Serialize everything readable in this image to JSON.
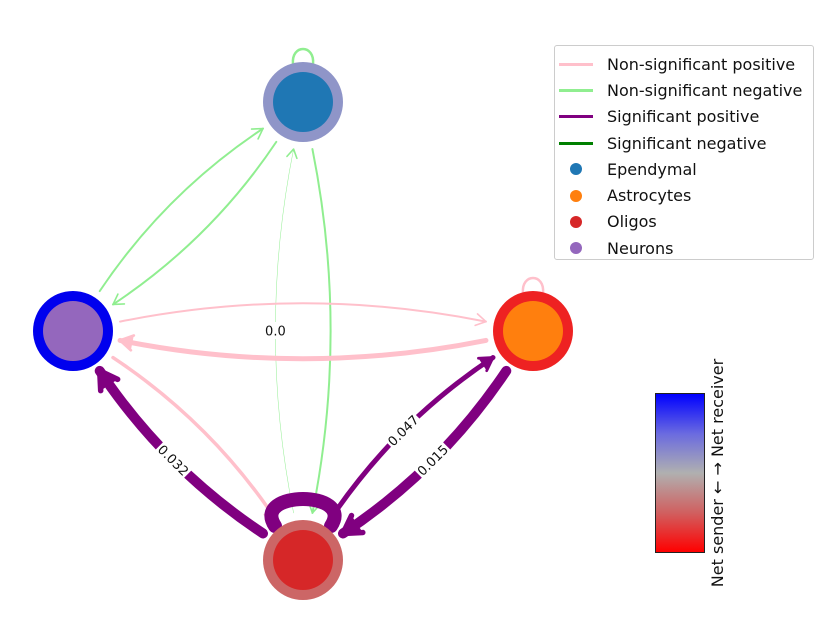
{
  "nodes": [
    {
      "id": "ependymal",
      "name": "Ependymal",
      "fill": "#1f77b4",
      "ring": "#8f95c8"
    },
    {
      "id": "neurons",
      "name": "Neurons",
      "fill": "#9467bd",
      "ring": "#0000ee"
    },
    {
      "id": "astrocytes",
      "name": "Astrocytes",
      "fill": "#ff7f0e",
      "ring": "#ee2222"
    },
    {
      "id": "oligos",
      "name": "Oligos",
      "fill": "#d62728",
      "ring": "#cc6666"
    }
  ],
  "edges": [
    {
      "from": "neurons",
      "to": "ependymal",
      "kind": "ns_negative",
      "weight": 2
    },
    {
      "from": "ependymal",
      "to": "neurons",
      "kind": "ns_negative",
      "weight": 2
    },
    {
      "from": "ependymal",
      "to": "oligos",
      "kind": "ns_negative",
      "weight": 2
    },
    {
      "from": "oligos",
      "to": "ependymal",
      "kind": "ns_negative",
      "weight": 0.5,
      "label": "0.0"
    },
    {
      "from": "astrocytes",
      "to": "neurons",
      "kind": "ns_positive",
      "weight": 5
    },
    {
      "from": "neurons",
      "to": "astrocytes",
      "kind": "ns_positive",
      "weight": 2
    },
    {
      "from": "neurons",
      "to": "oligos",
      "kind": "ns_positive",
      "weight": 3.5
    },
    {
      "from": "oligos",
      "to": "neurons",
      "kind": "sig_positive",
      "weight": 10,
      "label": "0.032"
    },
    {
      "from": "astrocytes",
      "to": "oligos",
      "kind": "sig_positive",
      "weight": 10,
      "label": "0.015"
    },
    {
      "from": "oligos",
      "to": "astrocytes",
      "kind": "sig_positive",
      "weight": 5,
      "label": "0.047"
    }
  ],
  "self_loops": [
    {
      "node": "ependymal",
      "kind": "ns_negative"
    },
    {
      "node": "astrocytes",
      "kind": "ns_positive"
    },
    {
      "node": "oligos",
      "kind": "sig_positive"
    }
  ],
  "colors": {
    "ns_positive": "#ffc0cb",
    "ns_negative": "#90ee90",
    "sig_positive": "#800080",
    "sig_negative": "#008000"
  },
  "legend": {
    "lines": [
      {
        "label": "Non-significant positive",
        "color": "#ffc0cb"
      },
      {
        "label": "Non-significant negative",
        "color": "#90ee90"
      },
      {
        "label": "Significant positive",
        "color": "#800080"
      },
      {
        "label": "Significant negative",
        "color": "#008000"
      }
    ],
    "dots": [
      {
        "label": "Ependymal",
        "color": "#1f77b4"
      },
      {
        "label": "Astrocytes",
        "color": "#ff7f0e"
      },
      {
        "label": "Oligos",
        "color": "#d62728"
      },
      {
        "label": "Neurons",
        "color": "#9467bd"
      }
    ]
  },
  "colorbar": {
    "label": "Net sender ← → Net receiver",
    "gradient": [
      "#ff0000",
      "#d06060",
      "#b0b0b0",
      "#6a6ae0",
      "#0000ff"
    ]
  }
}
